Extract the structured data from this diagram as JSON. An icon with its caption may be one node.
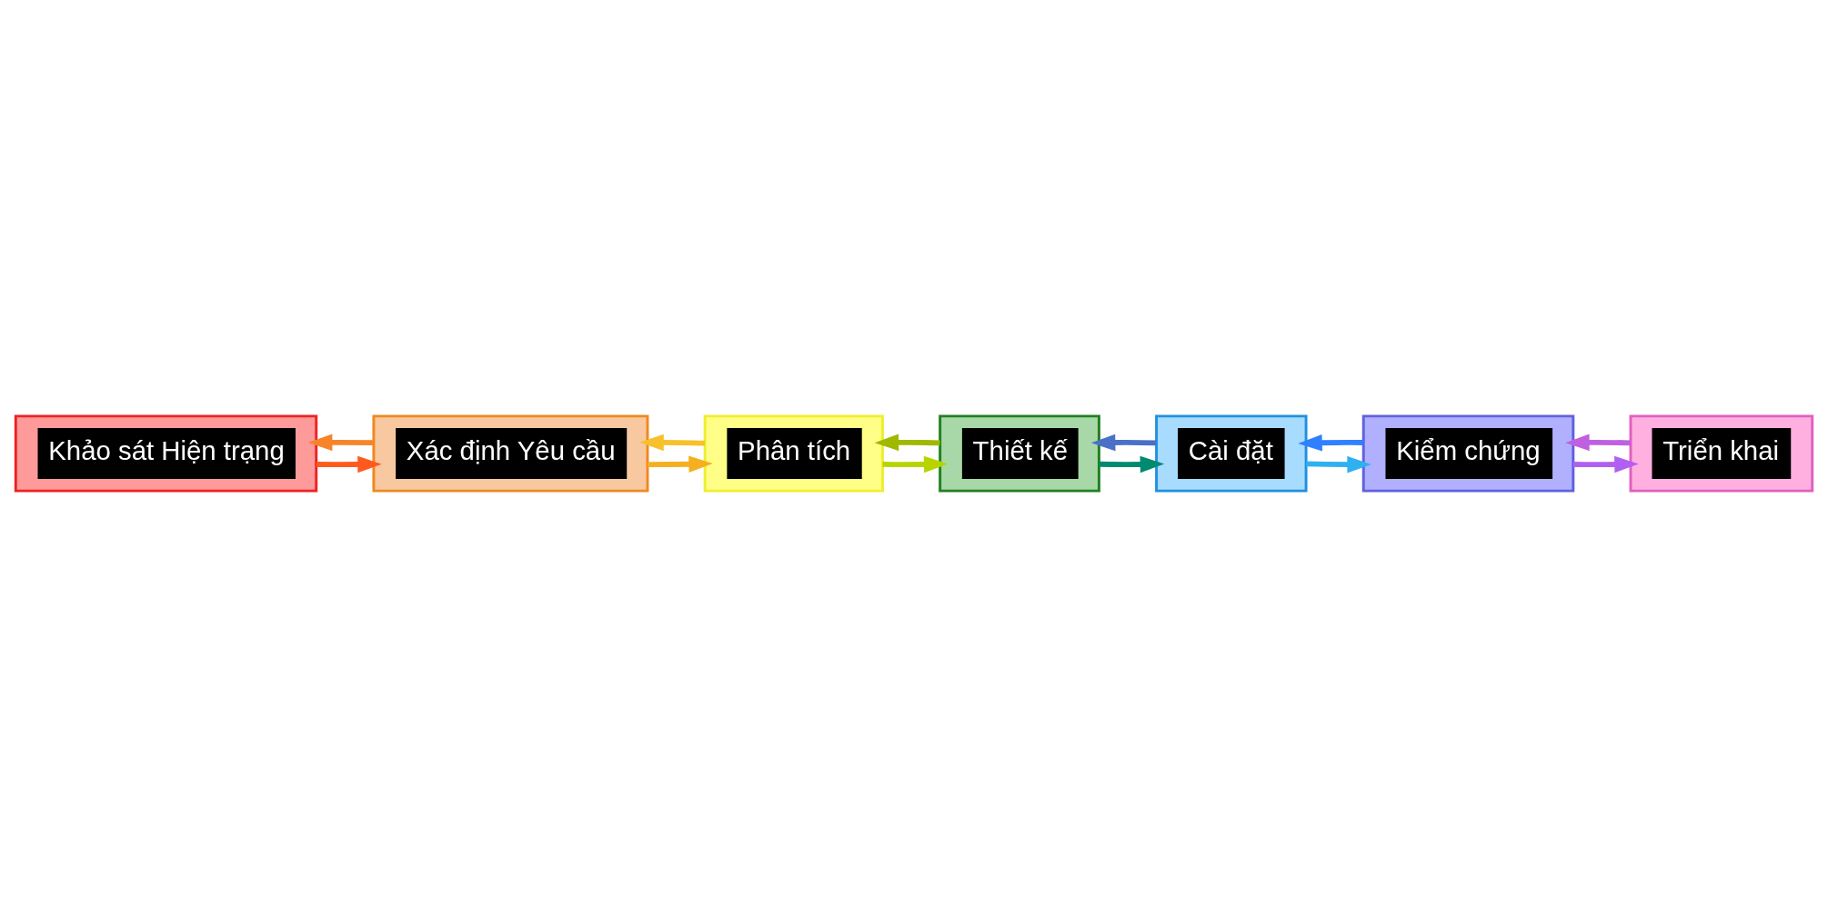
{
  "diagram": {
    "nodes": [
      {
        "text": [
          "Khảo sát Hiện trạng"
        ]
      },
      {
        "text": [
          "Xác định Yêu cầu"
        ]
      },
      {
        "text": [
          "Phân tích"
        ]
      },
      {
        "text": [
          "Thiết kế"
        ]
      },
      {
        "text": [
          "Cài đặt"
        ]
      },
      {
        "text": [
          "Kiểm chứng"
        ]
      },
      {
        "text": [
          "Triển khai"
        ]
      }
    ],
    "edges": [
      {
        "from": 0,
        "to": 1,
        "arrow": "to",
        "color": "#ff5a1e"
      },
      {
        "from": 1,
        "to": 0,
        "arrow": "to",
        "color": "#f7842a"
      },
      {
        "from": 1,
        "to": 2,
        "arrow": "to",
        "color": "#f5b020"
      },
      {
        "from": 2,
        "to": 1,
        "arrow": "to",
        "color": "#f8c02a"
      },
      {
        "from": 2,
        "to": 3,
        "arrow": "to",
        "color": "#b8d400"
      },
      {
        "from": 3,
        "to": 2,
        "arrow": "to",
        "color": "#a0b800"
      },
      {
        "from": 3,
        "to": 4,
        "arrow": "to",
        "color": "#008a70"
      },
      {
        "from": 4,
        "to": 3,
        "arrow": "to",
        "color": "#4a70c8"
      },
      {
        "from": 4,
        "to": 5,
        "arrow": "to",
        "color": "#30b0f0"
      },
      {
        "from": 5,
        "to": 4,
        "arrow": "to",
        "color": "#3080ff"
      },
      {
        "from": 5,
        "to": 6,
        "arrow": "to",
        "color": "#b060f0"
      },
      {
        "from": 6,
        "to": 5,
        "arrow": "to",
        "color": "#c060e0"
      }
    ]
  }
}
